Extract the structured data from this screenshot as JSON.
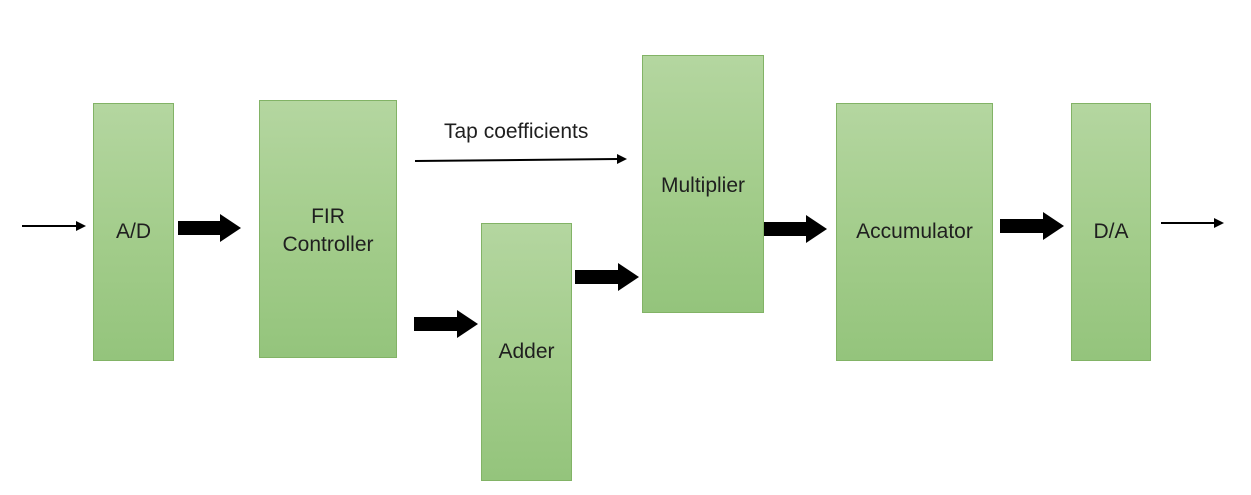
{
  "blocks": {
    "ad": "A/D",
    "fir_controller": "FIR\nController",
    "adder": "Adder",
    "multiplier": "Multiplier",
    "accumulator": "Accumulator",
    "da": "D/A"
  },
  "labels": {
    "tap_coefficients": "Tap coefficients"
  },
  "colors": {
    "block_fill_top": "#b4d6a0",
    "block_fill_bottom": "#94c47c",
    "block_border": "#82b366",
    "arrow": "#000000"
  }
}
